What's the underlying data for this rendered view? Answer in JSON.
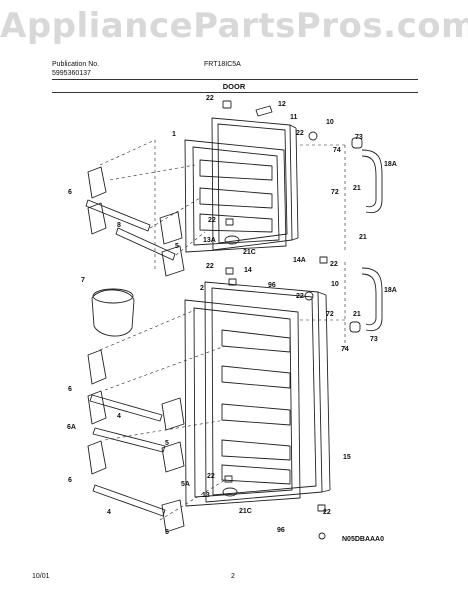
{
  "watermark": "AppliancePartsPros.com",
  "header": {
    "publication_label": "Publication No.",
    "publication_number": "5995360137",
    "model": "FRT18IC5A"
  },
  "section_title": "DOOR",
  "callouts": [
    "22",
    "12",
    "1",
    "11",
    "10",
    "22",
    "73",
    "74",
    "18A",
    "6",
    "72",
    "21",
    "8",
    "5",
    "22",
    "13A",
    "21C",
    "21",
    "22",
    "14",
    "14A",
    "22",
    "96",
    "7",
    "2",
    "10",
    "22",
    "18A",
    "72",
    "21",
    "74",
    "73",
    "6",
    "6A",
    "4",
    "5",
    "15",
    "6",
    "22",
    "5A",
    "13",
    "21C",
    "4",
    "5",
    "96",
    "22"
  ],
  "diagram_code": "N05DBAAA0",
  "footer": {
    "date": "10/01",
    "page": "2"
  }
}
